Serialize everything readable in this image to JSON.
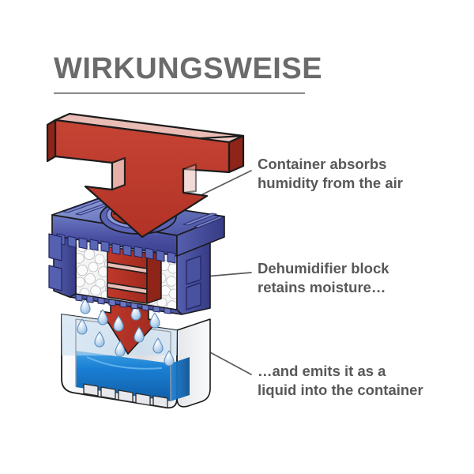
{
  "header": {
    "title": "WIRKUNGSWEISE"
  },
  "callouts": [
    {
      "id": "absorbs",
      "line1": "Container absorbs",
      "line2": "humidity from the air"
    },
    {
      "id": "retains",
      "line1": "Dehumidifier block",
      "line2": "retains moisture…"
    },
    {
      "id": "emits",
      "line1": "…and emits it as a",
      "line2": "liquid into the container"
    }
  ],
  "illustration": {
    "name": "dehumidifier-cutaway-diagram",
    "parts": [
      "airflow-arrow",
      "lid-top-opening",
      "granule-bed",
      "dehumidifier-block",
      "drainage-grate",
      "water-droplets",
      "collected-water",
      "reservoir-base"
    ]
  },
  "colors": {
    "title_gray": "#6b6b6b",
    "rule_gray": "#8a8a8a",
    "text_gray": "#58585a",
    "leader_line": "#5a5a5e",
    "arrow_red": "#c0392b",
    "arrow_red_dark": "#9e2b1e",
    "arrow_red_light": "#e9bdb6",
    "container_blue": "#4a4aa0",
    "container_blue_light": "#8e9ed2",
    "container_blue_mid": "#6a78c0",
    "water_blue": "#1a7fd4",
    "droplet_blue": "#b9d4ee",
    "granule_white": "#f2f2f2",
    "plastic_gray": "#d8d9dc",
    "outline": "#1b1b1b",
    "background": "#ffffff"
  }
}
